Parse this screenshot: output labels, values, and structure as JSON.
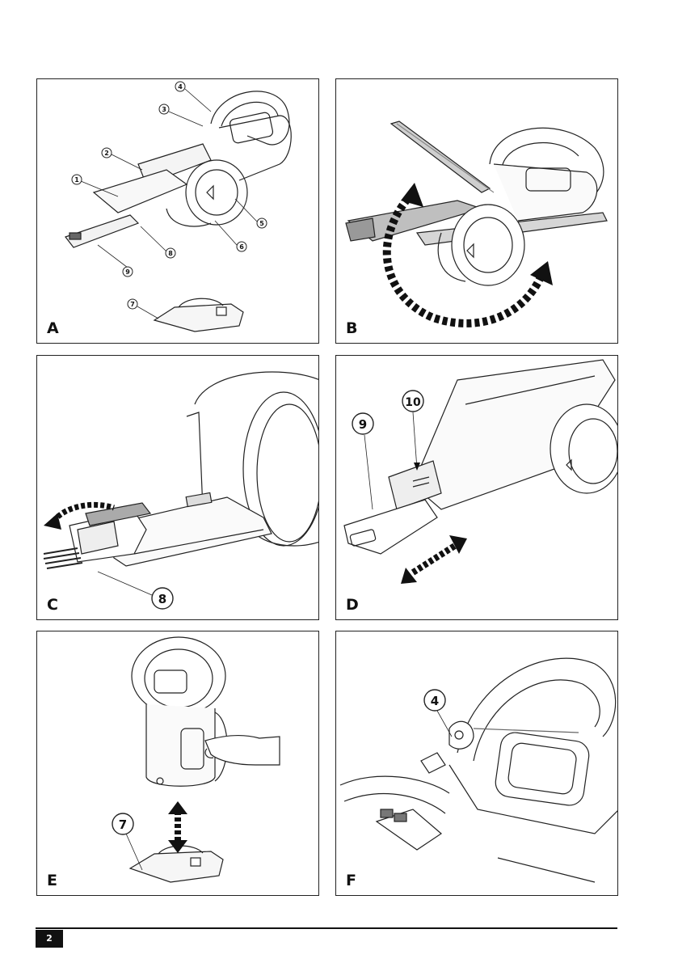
{
  "panels": [
    {
      "letter": "A",
      "callouts": [
        "1",
        "2",
        "3",
        "4",
        "5",
        "6",
        "7",
        "8",
        "9"
      ]
    },
    {
      "letter": "B",
      "callouts": []
    },
    {
      "letter": "C",
      "callouts": [
        "8"
      ]
    },
    {
      "letter": "D",
      "callouts": [
        "9",
        "10"
      ]
    },
    {
      "letter": "E",
      "callouts": [
        "7"
      ]
    },
    {
      "letter": "F",
      "callouts": [
        "4"
      ]
    }
  ],
  "footer": {
    "page_number": "2"
  }
}
